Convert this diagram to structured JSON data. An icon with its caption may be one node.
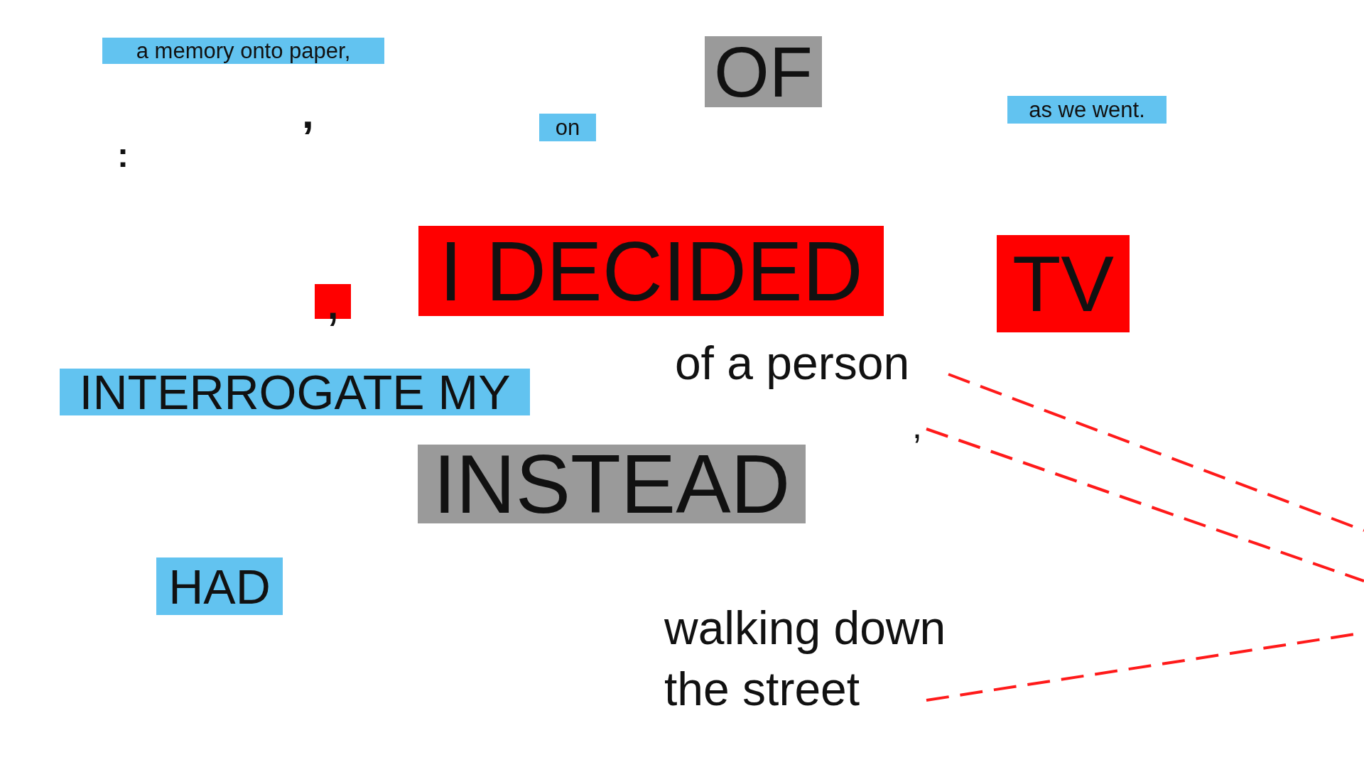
{
  "diagram": {
    "nodes": [
      {
        "text": [
          "a memory onto paper,"
        ]
      },
      {
        "text": [
          "OF"
        ]
      },
      {
        "text": [
          "as we went."
        ]
      },
      {
        "text": [
          "on"
        ]
      },
      {
        "text": [
          "I DECIDED"
        ]
      },
      {
        "text": [
          "TV"
        ]
      },
      {
        "text": [
          ","
        ]
      },
      {
        "text": [
          "of a person"
        ]
      },
      {
        "text": [
          "INTERROGATE MY"
        ]
      },
      {
        "text": [
          ","
        ]
      },
      {
        "text": [
          "INSTEAD"
        ]
      },
      {
        "text": [
          "HAD"
        ]
      },
      {
        "text": [
          "walking down the street"
        ]
      }
    ],
    "edges": [
      {
        "from": 7,
        "to": null,
        "arrow": "none",
        "style": "dashed"
      },
      {
        "from": 9,
        "to": null,
        "arrow": "none",
        "style": "dashed"
      },
      {
        "from": 12,
        "to": null,
        "arrow": "none",
        "style": "dashed"
      }
    ],
    "labels": [
      ",",
      ":"
    ]
  }
}
